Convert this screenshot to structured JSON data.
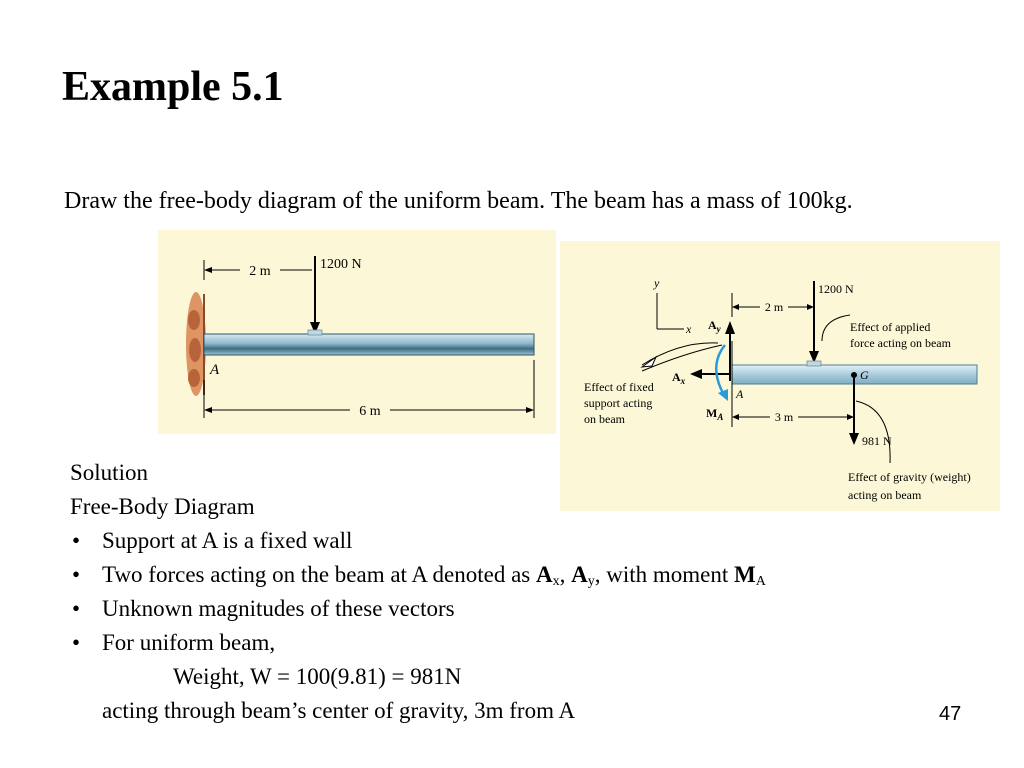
{
  "slide": {
    "title": "Example 5.1",
    "intro": "Draw the free-body diagram of the uniform beam. The beam has a mass of 100kg.",
    "page_number": "47"
  },
  "figure1": {
    "dim_2m": "2 m",
    "force": "1200 N",
    "point_a": "A",
    "dim_6m": "6 m"
  },
  "figure2": {
    "axis_y": "y",
    "axis_x": "x",
    "ay": "A",
    "ay_sub": "y",
    "ax": "A",
    "ax_sub": "x",
    "ma": "M",
    "ma_sub": "A",
    "point_a": "A",
    "point_g": "G",
    "dim_2m": "2 m",
    "dim_3m": "3 m",
    "force_1200": "1200 N",
    "force_981": "981 N",
    "note_applied_1": "Effect of applied",
    "note_applied_2": "force acting on beam",
    "note_fixed_1": "Effect of fixed",
    "note_fixed_2": "support acting",
    "note_fixed_3": "on beam",
    "note_gravity_1": "Effect of gravity (weight)",
    "note_gravity_2": "acting on beam"
  },
  "solution": {
    "heading": "Solution",
    "subheading": "Free-Body Diagram",
    "bullet_char": "•",
    "bullet1": "Support at A is a fixed wall",
    "bullet2_prefix": "Two forces acting on the beam at A denoted as ",
    "bullet2_ax": "A",
    "bullet2_ax_sub": "x",
    "bullet2_sep": ", ",
    "bullet2_ay": "A",
    "bullet2_ay_sub": "y",
    "bullet2_mid": ", with moment ",
    "bullet2_m": "M",
    "bullet2_m_sub": "A",
    "bullet3": "Unknown magnitudes of these vectors",
    "bullet4": "For uniform beam,",
    "weight_line": "Weight, W = 100(9.81) = 981N",
    "acting_line": "acting through beam’s center of gravity, 3m from A"
  },
  "colors": {
    "figure_bg": "#FBF7D7",
    "beam_light": "#D7EAF2",
    "beam_mid": "#8FB9CC",
    "beam_dark": "#3E6D82",
    "wall": "#D9824F",
    "moment_arrow": "#2A9BD8"
  }
}
